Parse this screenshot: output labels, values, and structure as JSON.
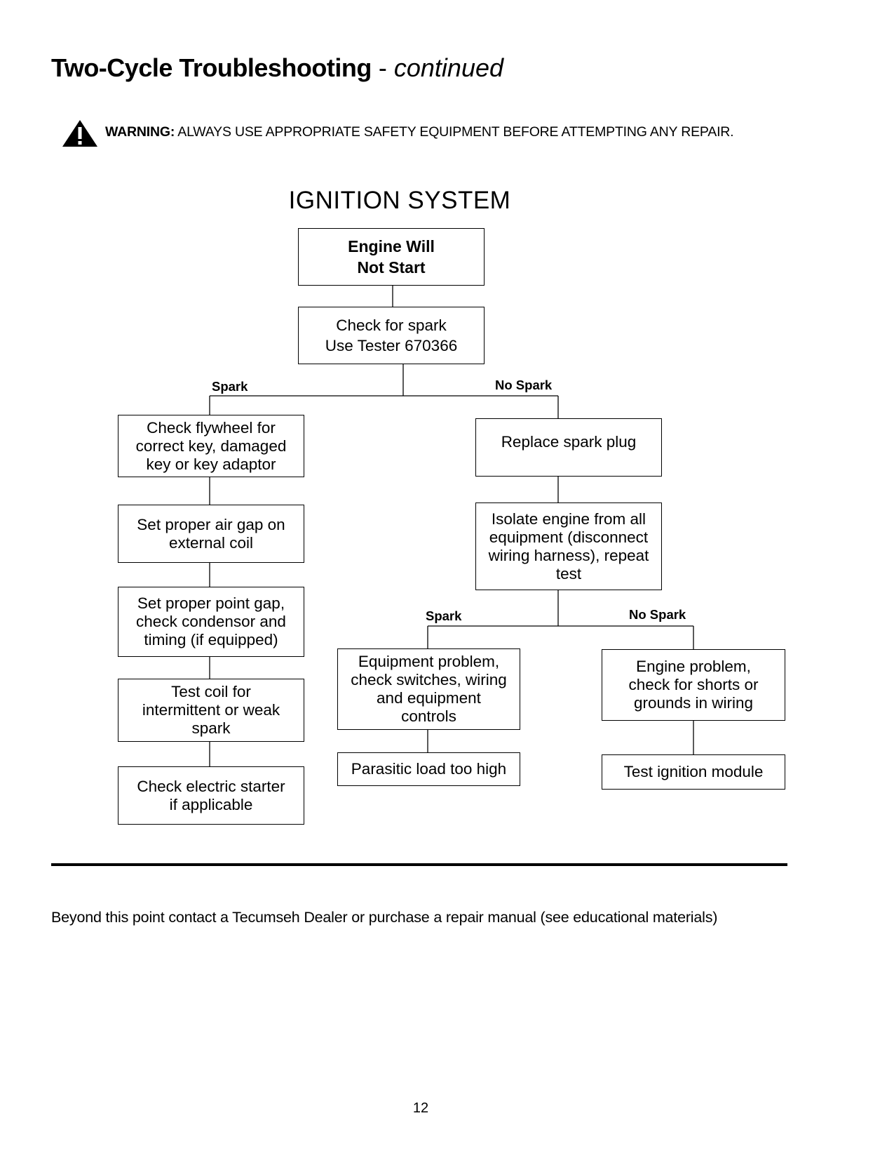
{
  "header": {
    "title": "Two-Cycle Troubleshooting",
    "separator": "-",
    "continued": "continued"
  },
  "warning": {
    "icon": "warning-triangle-icon",
    "label": "WARNING:",
    "text": "ALWAYS USE APPROPRIATE SAFETY EQUIPMENT BEFORE ATTEMPTING ANY REPAIR."
  },
  "flowchart": {
    "title": "IGNITION SYSTEM",
    "nodes": {
      "engine_will_not_start": {
        "line1": "Engine Will",
        "line2": "Not Start"
      },
      "check_for_spark": {
        "line1": "Check for spark",
        "line2": "Use Tester 670366"
      },
      "check_flywheel": {
        "line1": "Check flywheel for",
        "line2": "correct key, damaged",
        "line3": "key or key adaptor"
      },
      "air_gap": {
        "line1": "Set proper air gap  on",
        "line2": "external coil"
      },
      "point_gap": {
        "line1": "Set proper point gap,",
        "line2": "check condensor and",
        "line3": "timing (if equipped)"
      },
      "test_coil": {
        "line1": "Test coil for",
        "line2": "intermittent or weak",
        "line3": "spark"
      },
      "electric_starter": {
        "line1": "Check electric  starter",
        "line2": "if applicable"
      },
      "replace_plug": {
        "line1": "Replace spark plug"
      },
      "isolate_engine": {
        "line1": "Isolate engine from all",
        "line2": "equipment (disconnect",
        "line3": "wiring harness), repeat",
        "line4": "test"
      },
      "equipment_problem": {
        "line1": "Equipment problem,",
        "line2": "check switches, wiring",
        "line3": "and equipment",
        "line4": "controls"
      },
      "parasitic_load": {
        "line1": "Parasitic load too high"
      },
      "engine_problem": {
        "line1": "Engine problem,",
        "line2": "check for shorts or",
        "line3": "grounds in wiring"
      },
      "ignition_module": {
        "line1": "Test ignition module"
      }
    },
    "branches": {
      "spark_1": "Spark",
      "no_spark_1": "No Spark",
      "spark_2": "Spark",
      "no_spark_2": "No Spark"
    }
  },
  "footer": {
    "note": "Beyond this point contact a Tecumseh Dealer or purchase a repair manual (see educational materials)",
    "page_number": "12"
  }
}
